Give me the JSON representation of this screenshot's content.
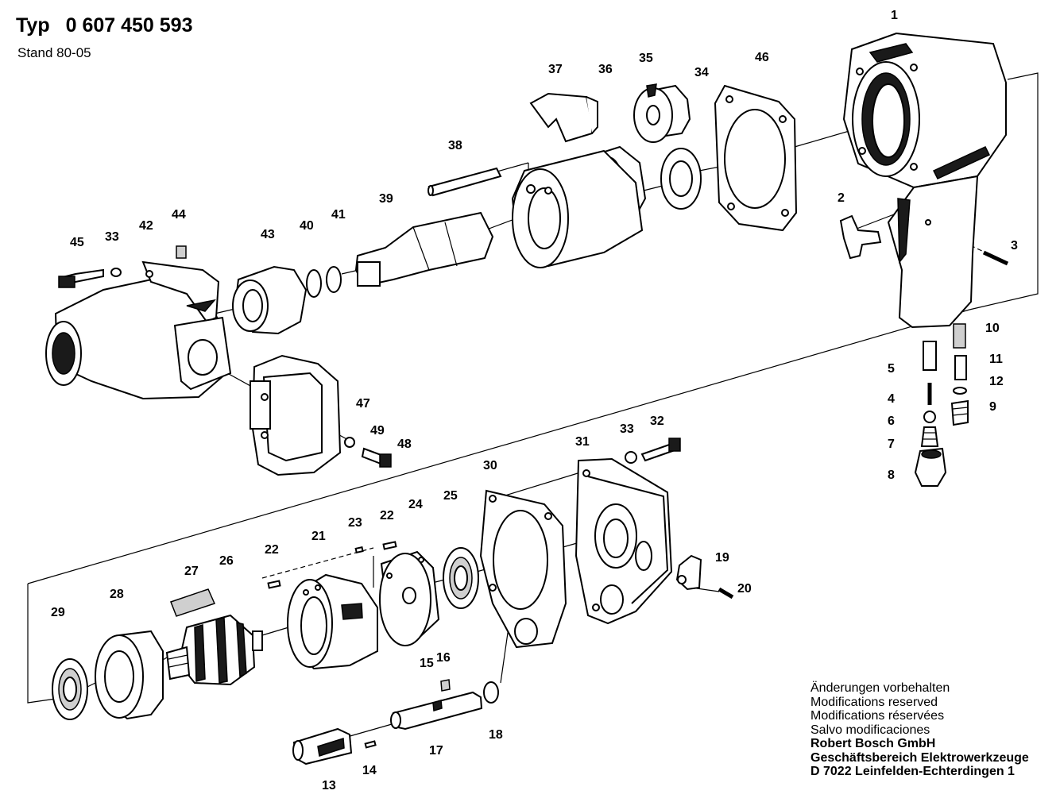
{
  "header": {
    "typ_label": "Typ",
    "typ_number": "0 607 450 593",
    "stand": "Stand 80-05"
  },
  "notes": {
    "de": "Änderungen vorbehalten",
    "en": "Modifications reserved",
    "fr": "Modifications réservées",
    "es": "Salvo modificaciones",
    "company": "Robert Bosch GmbH",
    "division": "Geschäftsbereich Elektrowerkzeuge",
    "address": "D 7022 Leinfelden-Echterdingen 1"
  },
  "parts": [
    "1",
    "2",
    "3",
    "4",
    "5",
    "6",
    "7",
    "8",
    "9",
    "10",
    "11",
    "12",
    "13",
    "14",
    "15",
    "16",
    "17",
    "18",
    "19",
    "20",
    "21",
    "22",
    "22",
    "23",
    "24",
    "25",
    "26",
    "27",
    "28",
    "29",
    "30",
    "31",
    "32",
    "33",
    "33",
    "34",
    "35",
    "36",
    "37",
    "38",
    "39",
    "40",
    "41",
    "42",
    "43",
    "44",
    "45",
    "46",
    "47",
    "48",
    "49"
  ],
  "colors": {
    "ink": "#000000",
    "paper": "#ffffff",
    "shade": "#cfcfcf"
  }
}
